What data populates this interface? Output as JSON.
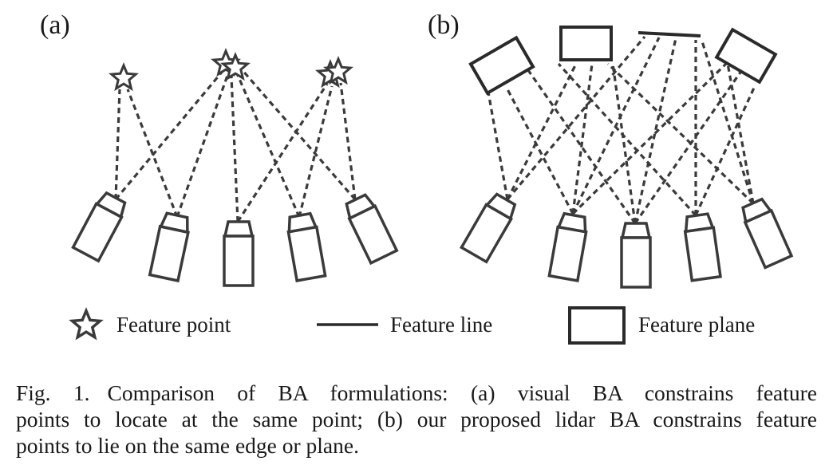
{
  "panels": {
    "a_label": "(a)",
    "b_label": "(b)"
  },
  "legend": {
    "feature_point": "Feature point",
    "feature_line": "Feature line",
    "feature_plane": "Feature plane"
  },
  "caption": {
    "figure_number": "Fig. 1.",
    "line1": "Comparison of BA formulations: (a) visual BA constrains feature",
    "line2": "points to locate at the same point; (b) our proposed lidar BA constrains feature",
    "line3": "points to lie on the same edge or plane."
  },
  "icons": {
    "feature_point": "star-outline-icon",
    "feature_line": "line-segment-icon",
    "feature_plane": "rectangle-outline-icon",
    "camera": "camera-icon"
  },
  "colors": {
    "stroke": "#3a3a3a",
    "text": "#1a1a1a"
  }
}
